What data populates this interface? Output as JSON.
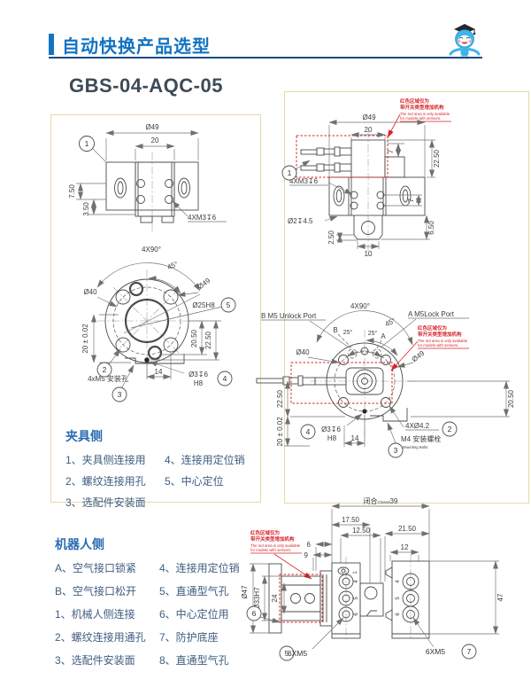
{
  "header": {
    "title": "自动快换产品选型"
  },
  "product_code": "GBS-04-AQC-05",
  "red_note": {
    "cn1": "红色区域仅为",
    "cn2": "带开关类型增加机构",
    "en1": "The red area is only available",
    "en2": "for models with sensors."
  },
  "fixture_side": {
    "title": "夹具侧",
    "items_left": [
      "1、夹具侧连接用",
      "2、螺纹连接用孔",
      "3、选配件安装面"
    ],
    "items_right": [
      "4、连接用定位销",
      "5、中心定位"
    ]
  },
  "robot_side": {
    "title": "机器人侧",
    "items_left": [
      "A、空气接口锁紧",
      "B、空气接口松开",
      "1、机械人侧连接",
      "2、螺纹连接用通孔",
      "3、选配件安装面"
    ],
    "items_right": [
      "4、连接用定位销",
      "5、直通型气孔",
      "6、中心定位用",
      "7、防护底座",
      "8、直通型气孔"
    ]
  },
  "drawings": {
    "front_view": {
      "balloon_1": "1",
      "dia_49": "Ø49",
      "w_20": "20",
      "h_750": "7.50",
      "h_350": "3.50",
      "tap": "4XM3↧6"
    },
    "fixture_flange": {
      "a_4x90": "4X90°",
      "a_45": "45°",
      "dia_40": "Ø40",
      "dia_49": "Ø49",
      "dia_25": "Ø25H8",
      "balloon_5": "5",
      "tol_20": "20 ± 0.02",
      "d_2050": "20.50",
      "d_2250": "22.50",
      "balloon_2": "2",
      "mount_holes": "4xM5 安装孔",
      "balloon_3": "3",
      "d_14": "14",
      "pin": "Ø3↧6",
      "pin_fit": "H8",
      "balloon_4": "4"
    },
    "side_view": {
      "balloon_1": "1",
      "dia_49": "Ø49",
      "w_20": "20",
      "d_7a": "7",
      "d_2250": "22.50",
      "tap": "4XM3↧6",
      "cbore": "Ø2↧4.5",
      "d_250": "2.50",
      "d_10": "10",
      "d_650": "6.50",
      "d_7b": "7"
    },
    "robot_flange": {
      "port_b": "B M5 Unlock Port",
      "port_a": "A M5Lock Port",
      "a_4x90": "4X90°",
      "a_45": "45°",
      "a_25l": "25°",
      "a_25r": "25°",
      "letter_b": "B",
      "letter_a": "A",
      "dia_40": "Ø40",
      "dia_49": "Ø49",
      "d_2250": "22.50",
      "tol_20": "20 ± 0.02",
      "d_2050": "20.50",
      "balloon_4": "4",
      "pin": "Ø3↧6",
      "pin_fit": "H8",
      "d_14": "14",
      "balloon_3": "3",
      "bolt_holes": "4XØ4.2",
      "balloon_2": "2",
      "bolt_cn": "M4 安装螺栓",
      "bolt_en": "Mounting Bolts"
    },
    "assembly": {
      "closed_cn": "闭合",
      "closed_en": "Closed",
      "closed_val": "39",
      "d_1750": "17.50",
      "d_1250": "12.50",
      "d_6": "6",
      "d_9": "9",
      "d_2150": "21.50",
      "d_12": "12",
      "dia_47": "Ø47",
      "dia_33": "Ø33H7",
      "d_24": "24",
      "balloon_6": "6",
      "d_47": "47",
      "balloon_5": "5",
      "tap_left": "6XM5",
      "balloon_7": "7",
      "tap_right": "6XM5",
      "ports_left": [
        "1",
        "4",
        "5",
        "6"
      ],
      "ports_right": [
        "4",
        "5",
        "6"
      ]
    }
  },
  "colors": {
    "accent_blue": "#1273c1",
    "header_line_navy": "#1b4a85",
    "panel_border_yellow": "#e8d8a4",
    "annotation_red": "#d8232a",
    "section_text_blue": "#3f5d80",
    "title_gray": "#3e4a55"
  }
}
